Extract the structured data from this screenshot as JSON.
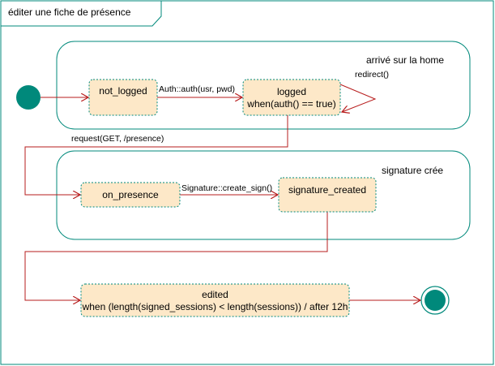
{
  "frame": {
    "title": "éditer une fiche de présence"
  },
  "colors": {
    "frame_border": "#00897b",
    "region_border": "#00897b",
    "state_fill": "#fde8c8",
    "state_border": "#00897b",
    "node_fill": "#00897b",
    "edge": "#b71c1c"
  },
  "regions": {
    "home": {
      "label": "arrivé sur la home"
    },
    "signature": {
      "label": "signature crée"
    }
  },
  "states": {
    "not_logged": {
      "name": "not_logged"
    },
    "logged": {
      "name": "logged",
      "guard": "when(auth() == true)"
    },
    "on_presence": {
      "name": "on_presence"
    },
    "signature_created": {
      "name": "signature_created"
    },
    "edited": {
      "name": "edited",
      "guard": "when (length(signed_sessions) < length(sessions)) / after 12h"
    }
  },
  "transitions": {
    "auth": "Auth::auth(usr, pwd)",
    "redirect": "redirect()",
    "request": "request(GET, /presence)",
    "create_sign": "Signature::create_sign()"
  }
}
